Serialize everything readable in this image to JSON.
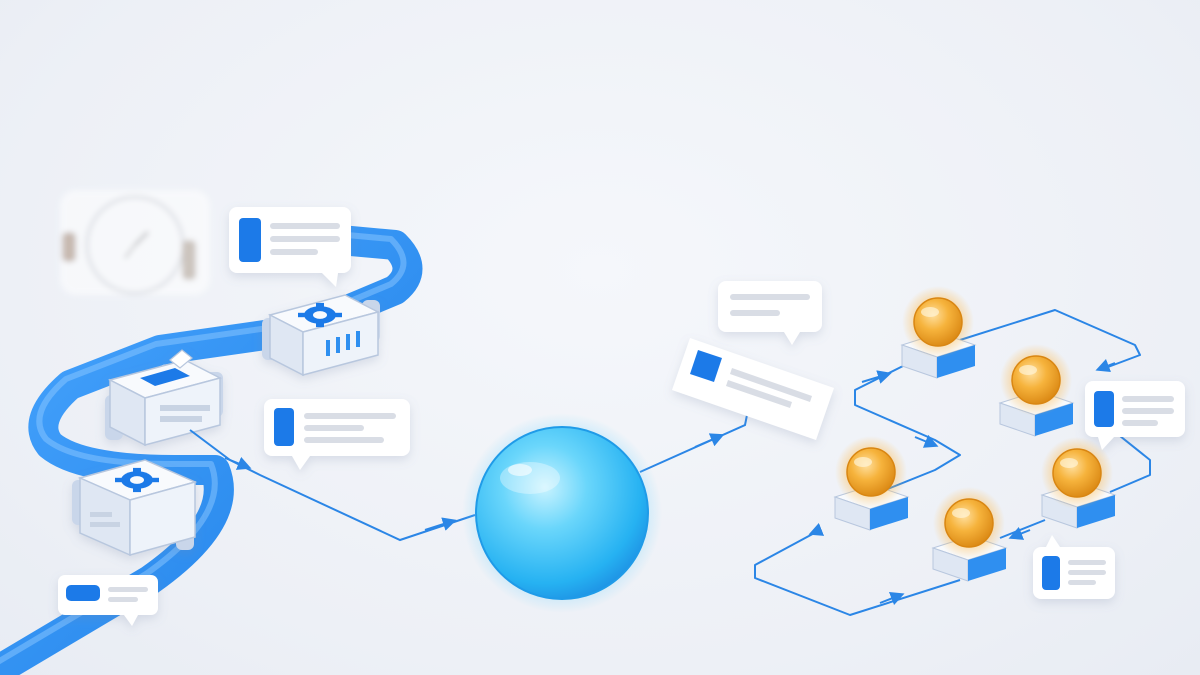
{
  "colors": {
    "background": "#eef1f6",
    "pipe_blue": "#2f8ff0",
    "accent_blue": "#1f7ae8",
    "flow_line": "#2b86e6",
    "hub_cyan": "#4cc8f7",
    "token_orange": "#f2a324",
    "card_white": "#ffffff",
    "text_line_gray": "#d9dde5"
  },
  "components": {
    "pipeline": [
      "valve-module-top",
      "valve-module-middle",
      "valve-module-bottom"
    ],
    "hub": "central-sphere",
    "tokens": [
      "token-1",
      "token-2",
      "token-3",
      "token-4",
      "token-5",
      "token-6"
    ]
  },
  "icons": [
    "gear-icon",
    "gear-icon",
    "clock-icon",
    "arrow-icon"
  ]
}
